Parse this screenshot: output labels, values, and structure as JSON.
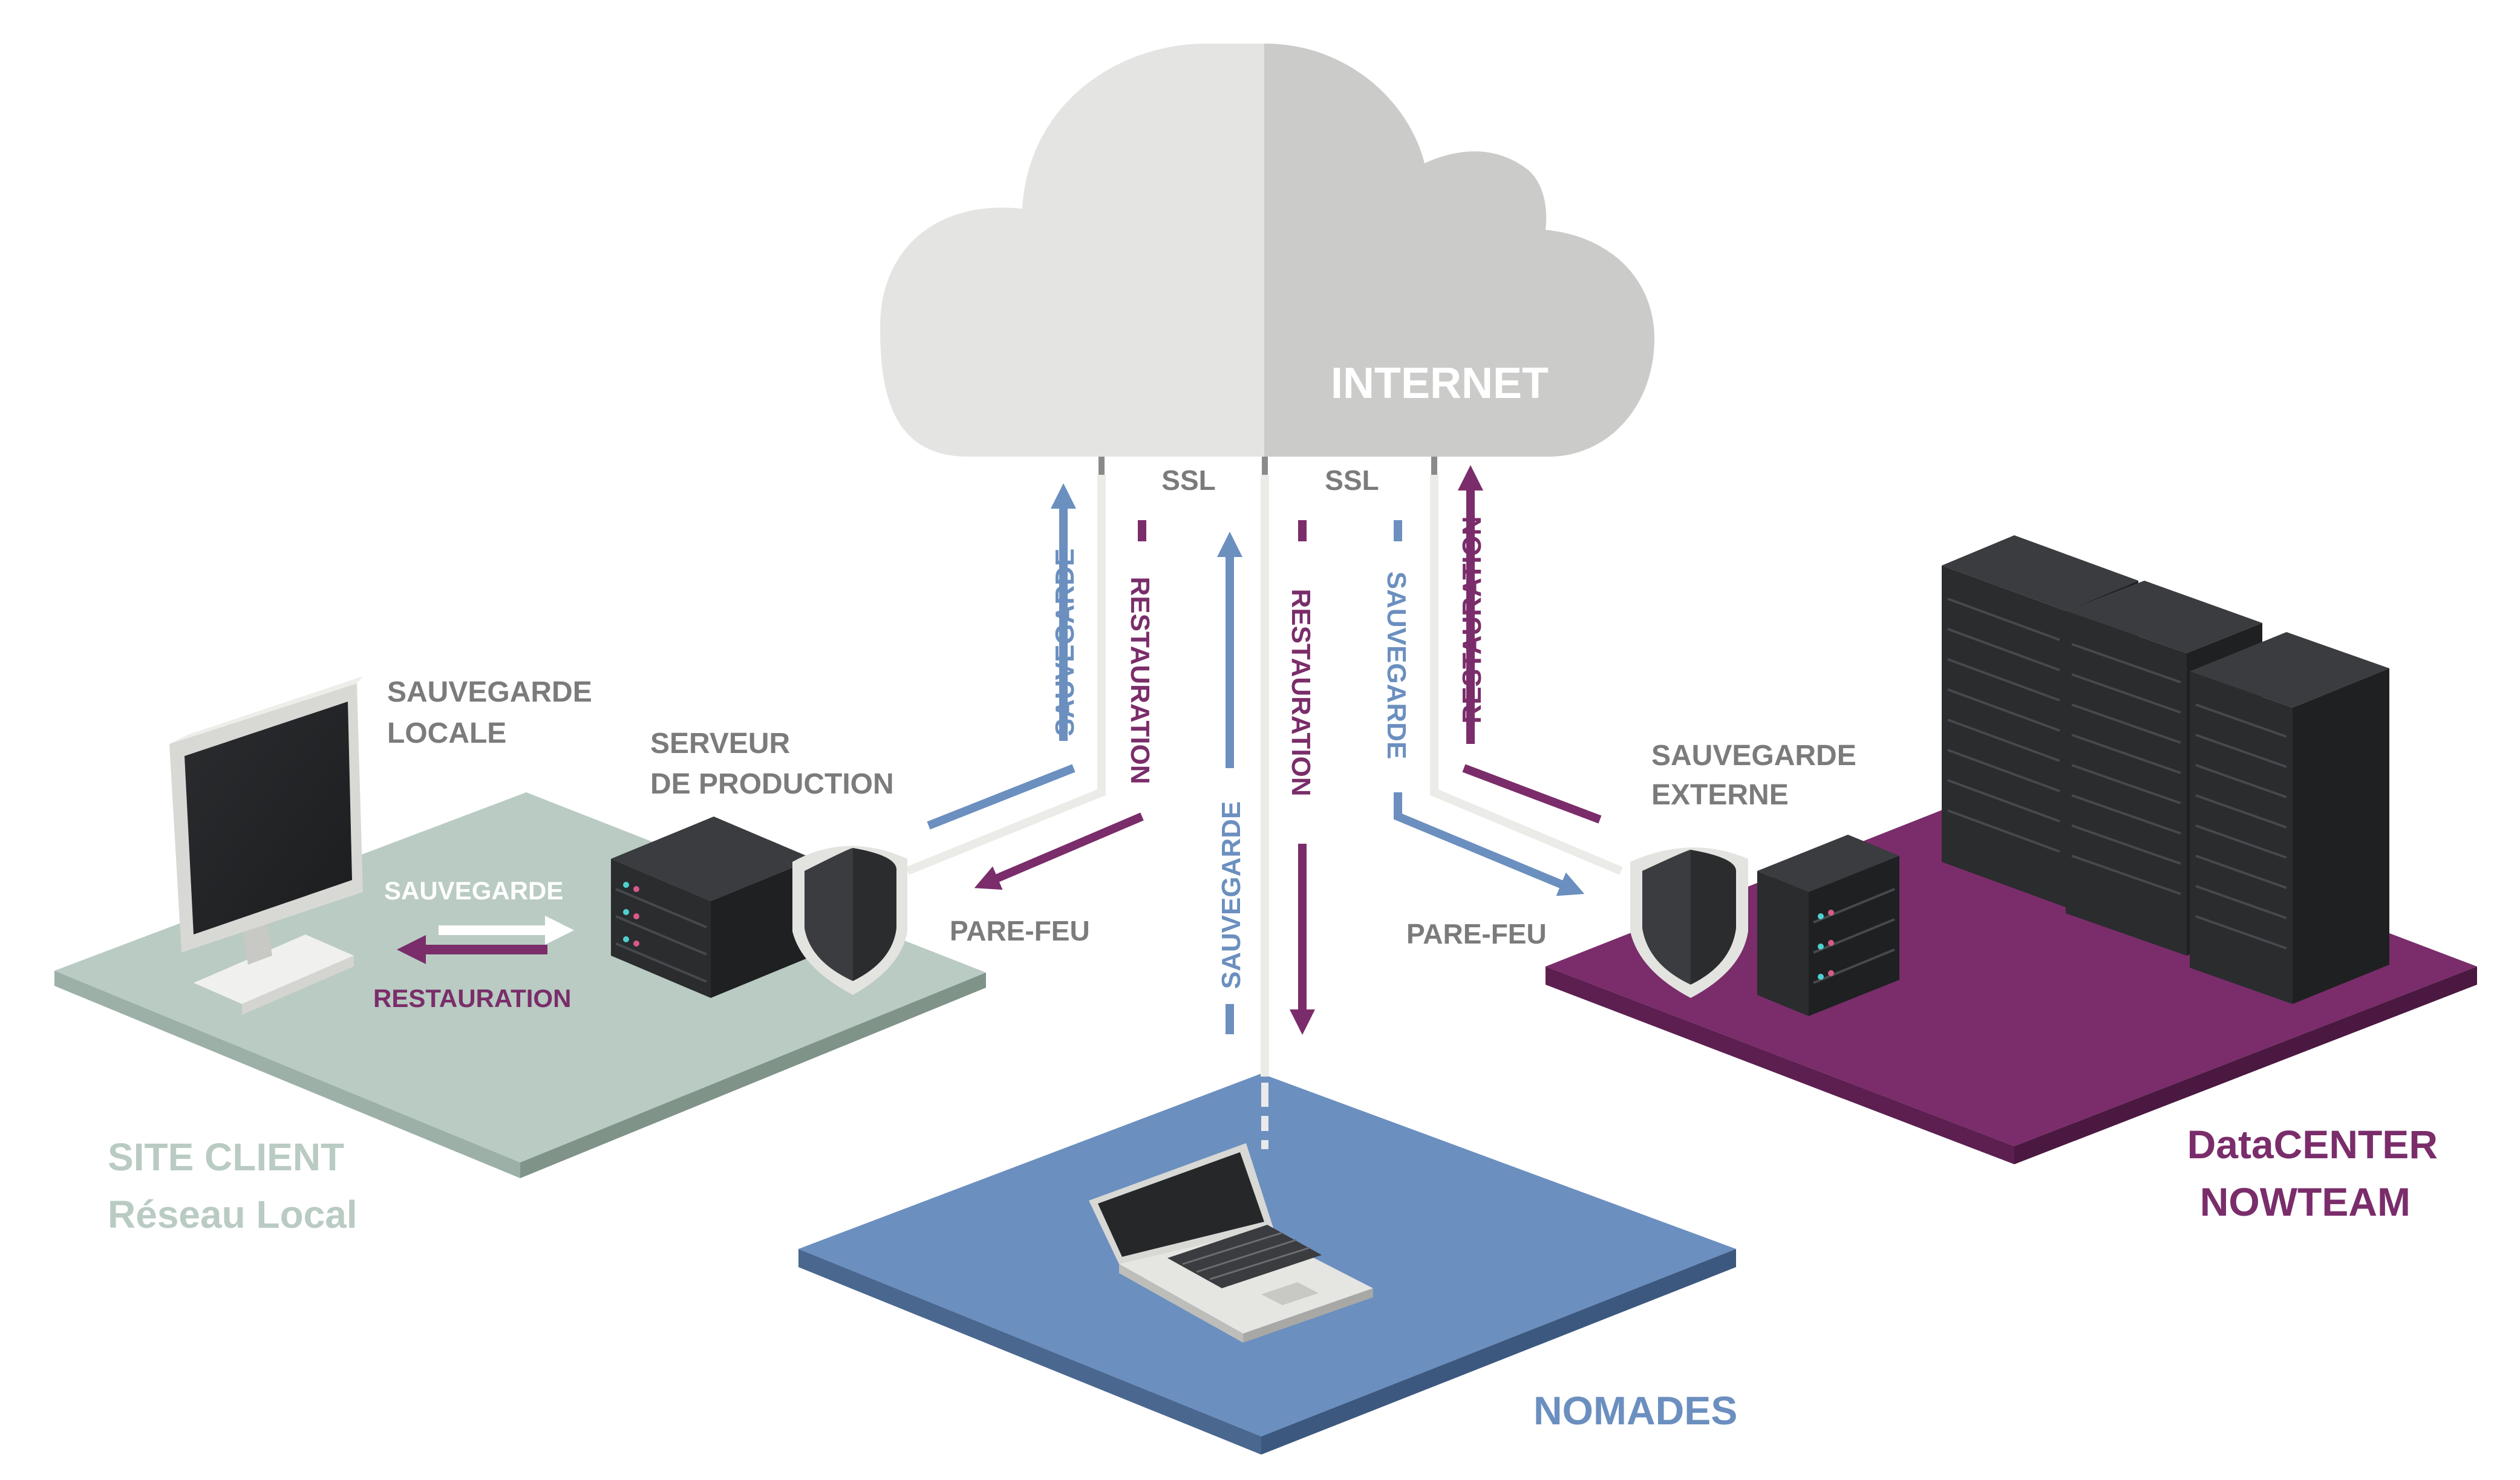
{
  "diagram": {
    "cloud_label": "INTERNET",
    "ssl_left": "SSL",
    "ssl_right": "SSL",
    "site_client": {
      "title": "SITE CLIENT",
      "subtitle": "Réseau Local",
      "local_backup_title_line1": "SAUVEGARDE",
      "local_backup_title_line2": "LOCALE",
      "server_line1": "SERVEUR",
      "server_line2": "DE PRODUCTION",
      "arrow_backup": "SAUVEGARDE",
      "arrow_restore": "RESTAURATION",
      "firewall": "PARE-FEU"
    },
    "links": {
      "client_backup": "SAUVEGARDE",
      "client_restore": "RESTAURATION",
      "nomad_backup": "SAUVEGARDE",
      "nomad_restore": "RESTAURATION",
      "dc_backup": "SAUVEGARDE",
      "dc_restore": "RESTAURATION"
    },
    "nomades": {
      "title": "NOMADES"
    },
    "datacenter": {
      "ext_line1": "SAUVEGARDE",
      "ext_line2": "EXTERNE",
      "firewall": "PARE-FEU",
      "title_line1": "DataCENTER",
      "title_line2": "NOWTEAM"
    },
    "colors": {
      "blue": "#6b8fbf",
      "purple": "#7a2d6a",
      "sage": "#b9cbc2",
      "gray_text": "#7b7b7b",
      "cloud_light": "#e4e5e3",
      "cloud_dark": "#cbccc9",
      "server_dark": "#3a3c3f"
    }
  }
}
